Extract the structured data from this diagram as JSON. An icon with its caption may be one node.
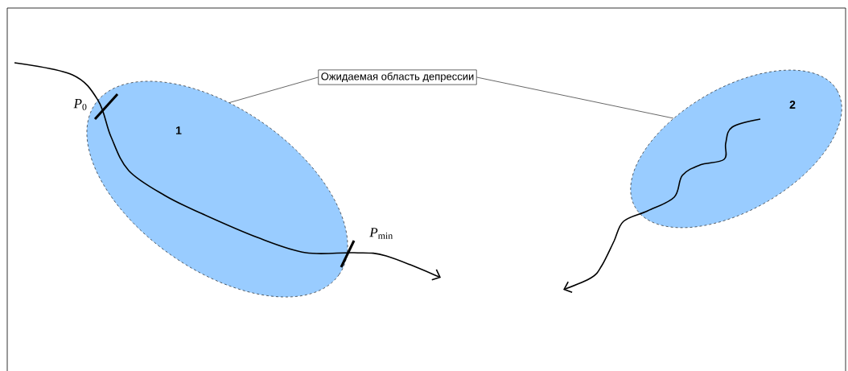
{
  "diagram": {
    "nodes": [
      {
        "text": [
          "Ожидаемая область депрессии"
        ]
      },
      {
        "text": [
          "1"
        ]
      },
      {
        "text": [
          "2"
        ]
      }
    ],
    "edges": [
      {
        "from": 0,
        "to": 1,
        "arrow": "none"
      },
      {
        "from": 0,
        "to": 2,
        "arrow": "none"
      }
    ],
    "labels": [
      "*P*$_{0}$",
      "*P*$_{min}$"
    ]
  }
}
